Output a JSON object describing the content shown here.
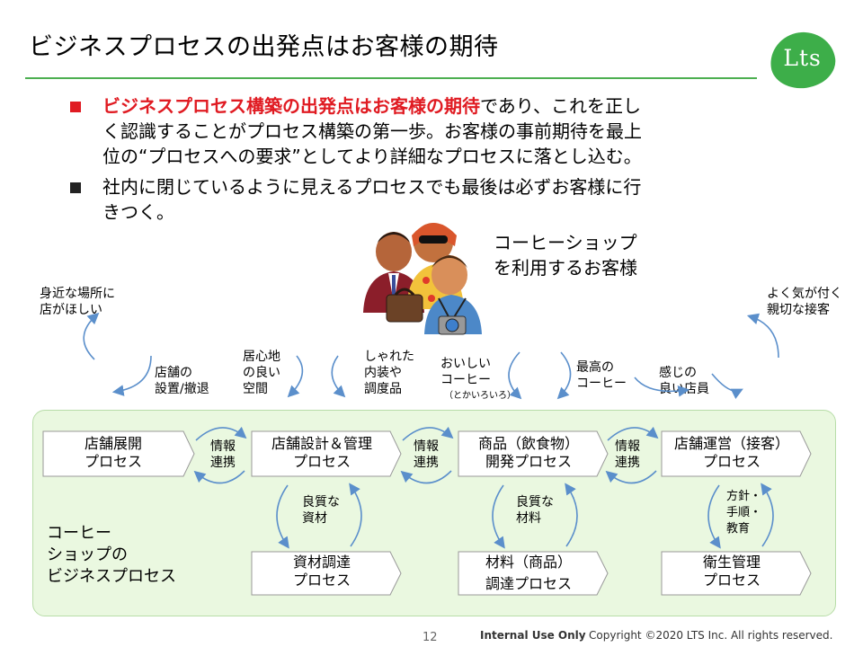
{
  "header": {
    "title": "ビジネスプロセスの出発点はお客様の期待",
    "logo_text": "Lts"
  },
  "bullets": [
    {
      "highlight": "ビジネスプロセス構築の出発点はお客様の期待",
      "rest_lines": [
        "であり、これを正し",
        "く認識することがプロセス構築の第一歩。お客様の事前期待を最上",
        "位の“プロセスへの要求”としてより詳細なプロセスに落とし込む。"
      ]
    },
    {
      "lines": [
        "社内に閉じているように見えるプロセスでも最後は必ずお客様に行",
        "きつく。"
      ]
    }
  ],
  "customer_caption": [
    "コーヒーショップ",
    "を利用するお客様"
  ],
  "expectations": {
    "near": [
      "身近な場所に",
      "店がほしい"
    ],
    "store_setup": [
      "店舗の",
      "設置/撤退"
    ],
    "cozy": [
      "居心地",
      "の良い",
      "空間"
    ],
    "stylish": [
      "しゃれた",
      "内装や",
      "調度品"
    ],
    "tasty": [
      "おいしい",
      "コーヒー"
    ],
    "tasty_note": "（とかいろいろ）",
    "best": [
      "最高の",
      "コーヒー"
    ],
    "friendly": [
      "感じの",
      "良い店員"
    ],
    "attentive": [
      "よく気が付く",
      "親切な接客"
    ]
  },
  "processes": {
    "expansion": [
      "店舗展開",
      "プロセス"
    ],
    "design": [
      "店舗設計＆管理",
      "プロセス"
    ],
    "product": [
      "商品（飲食物）",
      "開発プロセス"
    ],
    "operation": [
      "店舗運営（接客）",
      "プロセス"
    ],
    "materials": [
      "資材調達",
      "プロセス"
    ],
    "ingredients": [
      "材料（商品）",
      "調達プロセス"
    ],
    "hygiene": [
      "衛生管理",
      "プロセス"
    ]
  },
  "links": {
    "info1": [
      "情報",
      "連携"
    ],
    "info2": [
      "情報",
      "連携"
    ],
    "info3": [
      "情報",
      "連携"
    ],
    "good_materials": [
      "良質な",
      "資材"
    ],
    "good_ingredients": [
      "良質な",
      "材料"
    ],
    "policy": [
      "方針・",
      "手順・",
      "教育"
    ]
  },
  "panel_label": [
    "コーヒー",
    "ショップの",
    "ビジネスプロセス"
  ],
  "footer": {
    "page": "12",
    "internal": "Internal Use Only",
    "copyright": "Copyright ©2020 LTS Inc. All rights reserved."
  },
  "colors": {
    "accent_green": "#3DAE49",
    "highlight_red": "#E01B22",
    "arrow_blue": "#5B8FCB",
    "panel_green": "#EAF8E0"
  }
}
